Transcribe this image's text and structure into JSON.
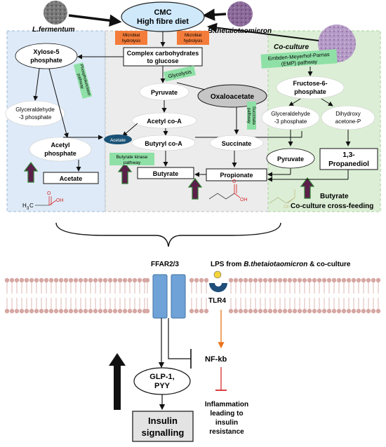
{
  "top": {
    "cmc_line1": "CMC",
    "cmc_line2": "High fibre diet",
    "l_fermentum": "L.fermentum",
    "b_theta": "B.thetaiotaomicron",
    "co_culture": "Co-culture"
  },
  "pathway": {
    "microbial_hydrolysis_1a": "Microbial",
    "microbial_hydrolysis_1b": "hydrolysis",
    "microbial_hydrolysis_2a": "Microbial",
    "microbial_hydrolysis_2b": "hydrolysis",
    "complex_carbs_1": "Complex carbohydrates",
    "complex_carbs_2": "to glucose",
    "emp_1": "Embden-Meyerhof-Parnas",
    "emp_2": "(EMP) pathway",
    "glycolysis": "Glycolysis",
    "xylose_1": "Xylose-5",
    "xylose_2": "phosphate",
    "phosphoketolase_1": "Phosphoketolase",
    "phosphoketolase_2": "pathway",
    "glyceraldehyde_left_1": "Glyceraldehyde",
    "glyceraldehyde_left_2": "-3 phosphate",
    "acetyl_phosphate_1": "Acetyl",
    "acetyl_phosphate_2": "phosphate",
    "acetate_box": "Acetate",
    "pyruvate_center": "Pyruvate",
    "oxaloacetate": "Oxaloacetate",
    "succinate_pathway_1": "Succinate",
    "succinate_pathway_2": "pathway",
    "acetyl_coa": "Acetyl co-A",
    "acetate_small": "Acetate",
    "butyryl_coa": "Butyryl co-A",
    "butyrate_kinase_1": "Butyrate kinase",
    "butyrate_kinase_2": "pathway",
    "butyrate_box": "Butyrate",
    "succinate": "Succinate",
    "propionate": "Propionate",
    "fructose_1": "Fructose-6-",
    "fructose_2": "phosphate",
    "glyceraldehyde_right_1": "Glyceraldehyde",
    "glyceraldehyde_right_2": "-3 phosphate",
    "dihydroxy_1": "Dihydroxy",
    "dihydroxy_2": "acetone-P",
    "pyruvate_right": "Pyruvate",
    "propanediol_1": "1,3-",
    "propanediol_2": "Propanediol",
    "crossfeed_1": "Butyrate",
    "crossfeed_2": "Co-culture cross-feeding"
  },
  "structures": {
    "acetate_formula": "H",
    "acetate_formula_sub": "3",
    "acetate_formula_c": "C",
    "oh": "OH",
    "o": "O"
  },
  "membrane": {
    "ffar": "FFAR2/3",
    "lps_prefix": "LPS from ",
    "lps_species": "B.thetaiotaomicron",
    "lps_suffix": " & co-culture",
    "tlr4": "TLR4",
    "nfkb": "NF-kb",
    "glp_1": "GLP-1,",
    "glp_2": "PYY",
    "insulin_1": "Insulin",
    "insulin_2": "signalling",
    "inflammation_1": "Inflammation",
    "inflammation_2": "leading to",
    "inflammation_3": "insulin",
    "inflammation_4": "resistance"
  },
  "colors": {
    "left_panel": "#deeaf7",
    "center_panel": "#ececec",
    "right_panel": "#dcefd6",
    "cmc_fill": "#cfe9fb",
    "orange_label": "#f37c3a",
    "green_label": "#8fe0a6",
    "up_arrow_fill": "#5b1f4a",
    "up_arrow_stroke": "#2e7d32",
    "receptor": "#6fa3d8",
    "tlr4": "#1f4e79",
    "lps_dot": "#f2d43a",
    "membrane_head": "#d6a7a3",
    "inhibit_red": "#d62b2b",
    "orange_arrow": "#e8731a"
  }
}
